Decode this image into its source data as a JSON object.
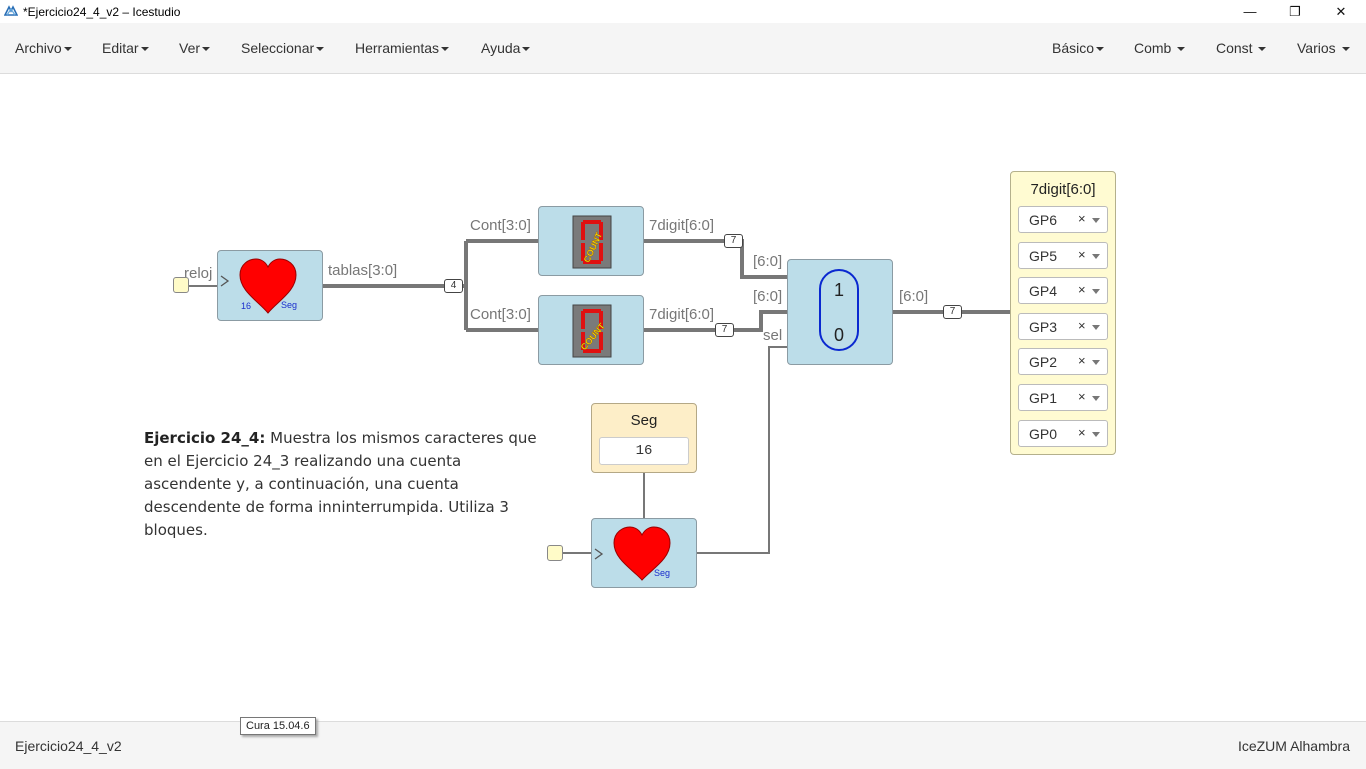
{
  "window": {
    "title": "*Ejercicio24_4_v2 – Icestudio",
    "minimize_glyph": "—",
    "maximize_glyph": "❐",
    "close_glyph": "✕"
  },
  "menu": {
    "left": [
      "Archivo",
      "Editar",
      "Ver",
      "Seleccionar",
      "Herramientas",
      "Ayuda"
    ],
    "right": [
      "Básico",
      "Comb",
      "Const",
      "Varios"
    ]
  },
  "diagram": {
    "clock_input_label": "reloj",
    "prescaler_bus_label": "tablas[3:0]",
    "bus_width_4": "4",
    "counter_up_input_label": "Cont[3:0]",
    "counter_up_output_label": "7digit[6:0]",
    "counter_down_input_label": "Cont[3:0]",
    "counter_down_output_label": "7digit[6:0]",
    "bus_width_7": "7",
    "mux_input1_label": "[6:0]",
    "mux_input0_label": "[6:0]",
    "mux_sel_label": "sel",
    "mux_value_1": "1",
    "mux_value_0": "0",
    "mux_output_label": "[6:0]",
    "prescaler_top_number": "16",
    "prescaler_top_tag": "Seg",
    "prescaler_bottom_tag": "Seg",
    "output_title": "7digit[6:0]",
    "output_pins": [
      "GP6",
      "GP5",
      "GP4",
      "GP3",
      "GP2",
      "GP1",
      "GP0"
    ],
    "pin_clear_glyph": "×",
    "const_name": "Seg",
    "const_value": "16",
    "display_up_text": "COUNT",
    "display_down_text": "COUNT"
  },
  "comment": {
    "title": "Ejercicio 24_4:",
    "body": " Muestra los mismos caracteres que en el Ejercicio 24_3 realizando una cuenta ascendente y, a continuación, una cuenta descendente de forma inninterrumpida. Utiliza 3 bloques."
  },
  "status": {
    "project": "Ejercicio24_4_v2",
    "board": "IceZUM Alhambra",
    "tooltip": "Cura 15.04.6"
  },
  "colors": {
    "block_fill": "#bcdde9",
    "output_fill": "#fffbd2",
    "const_fill": "#fdeec8",
    "wire": "#777777",
    "heart": "#ff0000",
    "mux_oval": "#0a28d0"
  }
}
